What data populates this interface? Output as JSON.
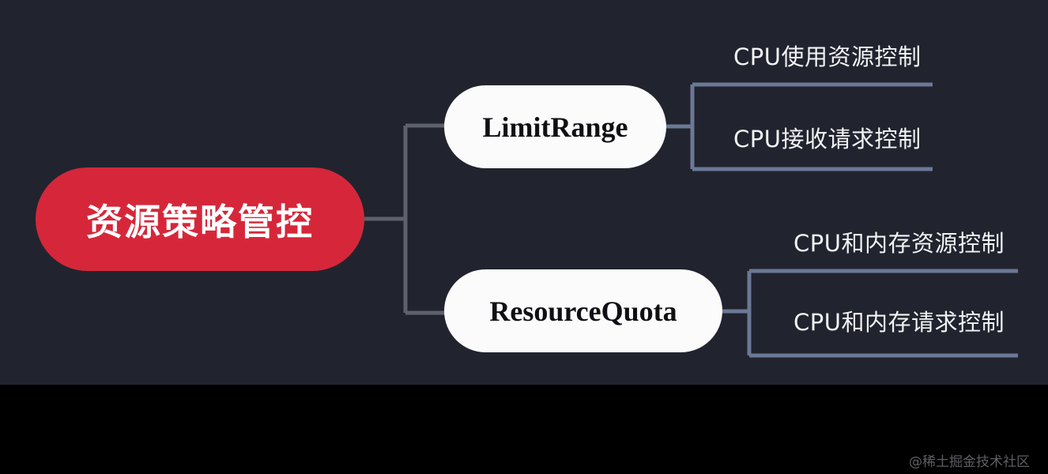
{
  "diagram": {
    "type": "mind-map",
    "background_color": "#21242e",
    "bottom_bar_color": "#000000",
    "root": {
      "label": "资源策略管控",
      "fill_color": "#d6273a",
      "text_color": "#ffffff"
    },
    "branches": [
      {
        "label": "LimitRange",
        "fill_color": "#fbfbfb",
        "text_color": "#101014",
        "leaves": [
          {
            "label": "CPU使用资源控制"
          },
          {
            "label": "CPU接收请求控制"
          }
        ]
      },
      {
        "label": "ResourceQuota",
        "fill_color": "#fbfbfb",
        "text_color": "#101014",
        "leaves": [
          {
            "label": "CPU和内存资源控制"
          },
          {
            "label": "CPU和内存请求控制"
          }
        ]
      }
    ],
    "connectors": {
      "root_branch_color": "#5d616c",
      "branch_leaf_color": "#6b7896"
    }
  },
  "watermark": {
    "text": "@稀土掘金技术社区",
    "color": "#6f7076"
  }
}
